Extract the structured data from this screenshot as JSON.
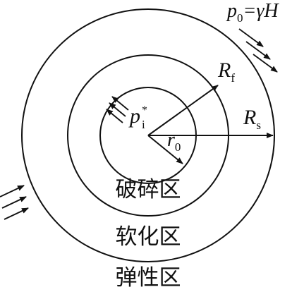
{
  "diagram": {
    "labels": {
      "far_field_pressure": "p",
      "far_field_pressure_sub": "0",
      "far_field_pressure_eq": "=γH",
      "support_pressure": "p",
      "support_pressure_sub": "i",
      "support_pressure_sup": "*",
      "tunnel_radius": "r",
      "tunnel_radius_sub": "0",
      "softening_radius": "R",
      "softening_radius_sub": "f",
      "plastic_radius": "R",
      "plastic_radius_sub": "s",
      "broken_zone": "破碎区",
      "softening_zone": "软化区",
      "elastic_zone": "弹性区"
    },
    "colors": {
      "line": "#111111",
      "background": "#ffffff"
    }
  }
}
